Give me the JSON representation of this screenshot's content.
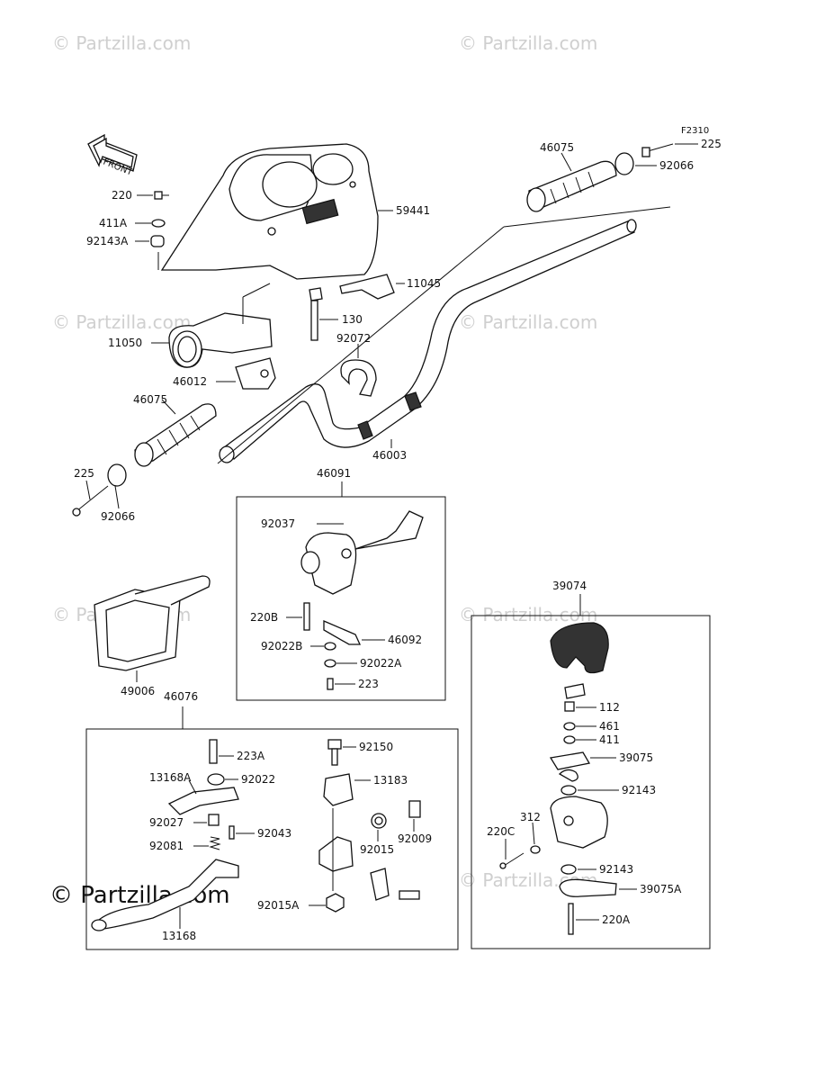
{
  "watermark": "© Partzilla.com",
  "figure_code": "F2310",
  "front_arrow_label": "FRONT",
  "parts": {
    "p59441": "59441",
    "p11045": "11045",
    "p130": "130",
    "p92072": "92072",
    "p11050": "11050",
    "p46012": "46012",
    "p46075_left": "46075",
    "p46075_right": "46075",
    "p225_left": "225",
    "p225_right": "225",
    "p92066_left": "92066",
    "p92066_right": "92066",
    "p46003": "46003",
    "p220": "220",
    "p411A": "411A",
    "p92143A": "92143A",
    "p49006": "49006",
    "p46091": "46091",
    "p92037": "92037",
    "p220B": "220B",
    "p92022B": "92022B",
    "p46092": "46092",
    "p92022A": "92022A",
    "p223_switch": "223",
    "p39074": "39074",
    "p112": "112",
    "p461": "461",
    "p411": "411",
    "p39075": "39075",
    "p92143_a": "92143",
    "p312": "312",
    "p220C": "220C",
    "p92143_b": "92143",
    "p39075A": "39075A",
    "p220A": "220A",
    "p46076": "46076",
    "p223A": "223A",
    "p13168A": "13168A",
    "p92022": "92022",
    "p92027": "92027",
    "p92043": "92043",
    "p92081": "92081",
    "p13168": "13168",
    "p92150": "92150",
    "p13183": "13183",
    "p92015": "92015",
    "p92009": "92009",
    "p92015A": "92015A"
  }
}
